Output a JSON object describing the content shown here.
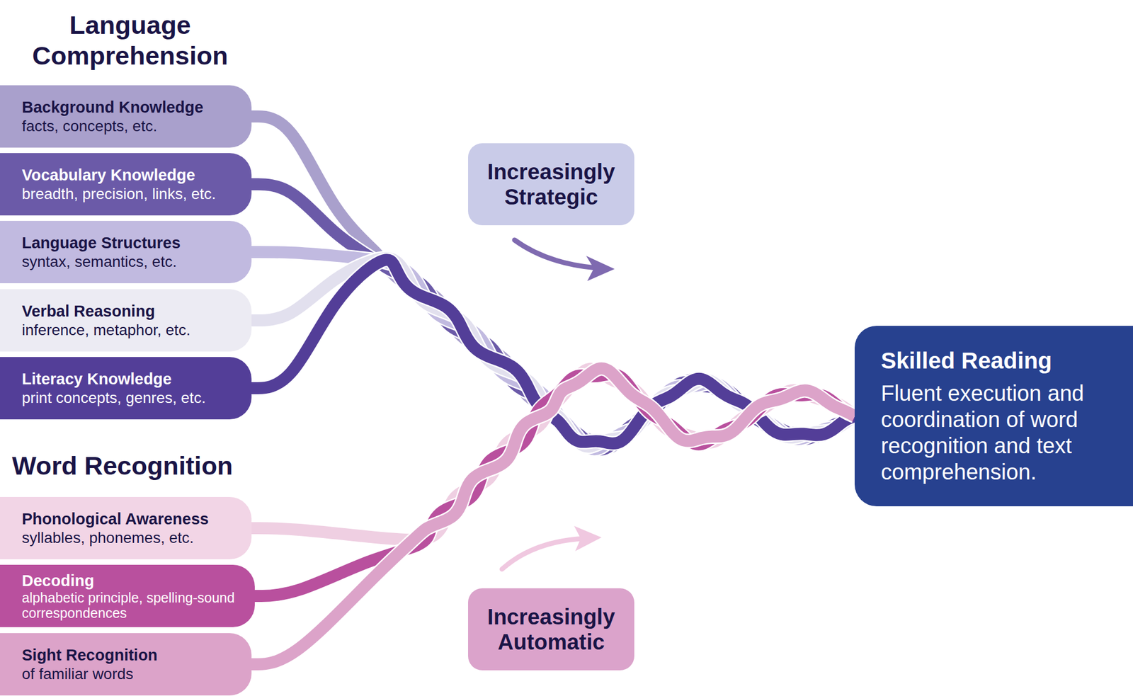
{
  "diagram": {
    "nodes": [
      {
        "text": [
          "Background Knowledge",
          "facts, concepts, etc."
        ]
      },
      {
        "text": [
          "Vocabulary Knowledge",
          "breadth, precision, links, etc."
        ]
      },
      {
        "text": [
          "Language Structures",
          "syntax, semantics, etc."
        ]
      },
      {
        "text": [
          "Verbal Reasoning",
          "inference, metaphor, etc."
        ]
      },
      {
        "text": [
          "Literacy Knowledge",
          "print concepts, genres, etc."
        ]
      },
      {
        "text": [
          "Phonological Awareness",
          "syllables, phonemes, etc."
        ]
      },
      {
        "text": [
          "Decoding",
          "alphabetic principle, spelling-sound correspondences"
        ]
      },
      {
        "text": [
          "Sight Recognition",
          "of familiar words"
        ]
      },
      {
        "text": [
          "Increasingly Strategic"
        ]
      },
      {
        "text": [
          "Increasingly Automatic"
        ]
      },
      {
        "text": [
          "Skilled Reading",
          "Fluent execution and coordination of word recognition and text comprehension."
        ]
      }
    ],
    "edges": [
      {
        "from": 0,
        "to": 10,
        "arrow": "none"
      },
      {
        "from": 1,
        "to": 10,
        "arrow": "none"
      },
      {
        "from": 2,
        "to": 10,
        "arrow": "none"
      },
      {
        "from": 3,
        "to": 10,
        "arrow": "none"
      },
      {
        "from": 4,
        "to": 10,
        "arrow": "none"
      },
      {
        "from": 5,
        "to": 10,
        "arrow": "none"
      },
      {
        "from": 6,
        "to": 10,
        "arrow": "none"
      },
      {
        "from": 7,
        "to": 10,
        "arrow": "none"
      }
    ],
    "labels": [
      "Language Comprehension",
      "Word Recognition"
    ]
  }
}
